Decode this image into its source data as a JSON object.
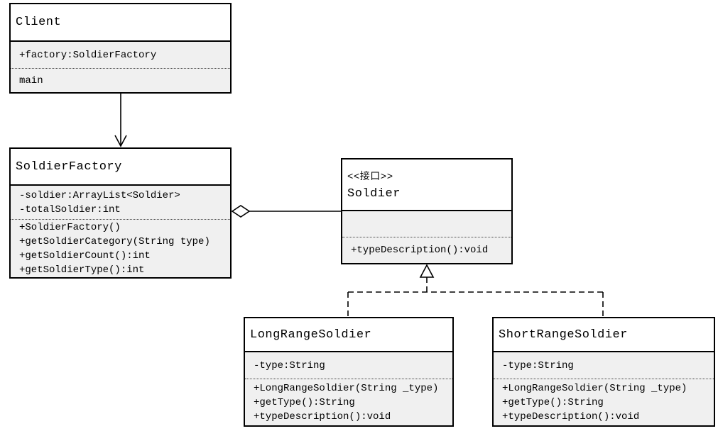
{
  "diagram_type": "uml-class-diagram",
  "colors": {
    "background": "#ffffff",
    "title_fill": "#ffffff",
    "compartment_fill": "#f0f0f0",
    "line": "#000000"
  },
  "classes": {
    "client": {
      "name": "Client",
      "attributes": [
        "+factory:SoldierFactory"
      ],
      "methods": [
        "main"
      ]
    },
    "soldier_factory": {
      "name": "SoldierFactory",
      "attributes": [
        "-soldier:ArrayList<Soldier>",
        "-totalSoldier:int"
      ],
      "methods": [
        "+SoldierFactory()",
        "+getSoldierCategory(String type)",
        "+getSoldierCount():int",
        "+getSoldierType():int"
      ]
    },
    "soldier": {
      "stereotype": "<<接口>>",
      "name": "Soldier",
      "attributes": [],
      "methods": [
        "+typeDescription():void"
      ]
    },
    "long_range_soldier": {
      "name": "LongRangeSoldier",
      "attributes": [
        "-type:String"
      ],
      "methods": [
        "+LongRangeSoldier(String _type)",
        "+getType():String",
        "+typeDescription():void"
      ]
    },
    "short_range_soldier": {
      "name": "ShortRangeSoldier",
      "attributes": [
        "-type:String"
      ],
      "methods": [
        "+LongRangeSoldier(String _type)",
        "+getType():String",
        "+typeDescription():void"
      ]
    }
  },
  "relationships": [
    {
      "type": "directed-association",
      "from": "Client",
      "to": "SoldierFactory"
    },
    {
      "type": "aggregation",
      "whole": "SoldierFactory",
      "part": "Soldier"
    },
    {
      "type": "realization",
      "from": "LongRangeSoldier",
      "to": "Soldier"
    },
    {
      "type": "realization",
      "from": "ShortRangeSoldier",
      "to": "Soldier"
    }
  ]
}
